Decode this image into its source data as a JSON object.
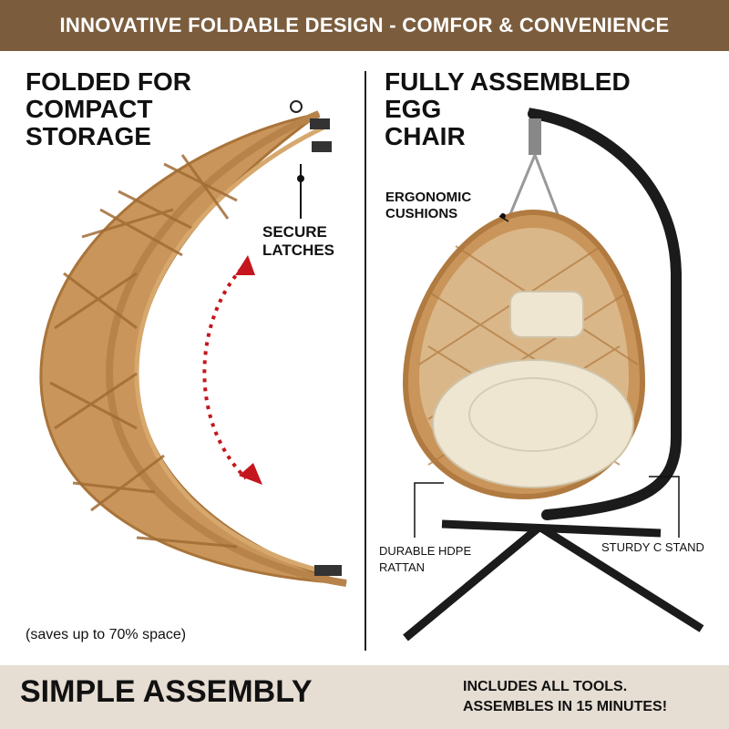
{
  "banner": {
    "title": "INNOVATIVE FOLDABLE DESIGN - COMFOR & CONVENIENCE"
  },
  "left": {
    "heading": "FOLDED FOR\nCOMPACT\nSTORAGE",
    "latch_label": "SECURE\nLATCHES",
    "note": "(saves up to 70% space)"
  },
  "right": {
    "heading": "FULLY ASSEMBLED\nEGG\nCHAIR",
    "cushion_label": "ERGONOMIC\nCUSHIONS",
    "rattan_label": "DURABLE HDPE\nRATTAN",
    "stand_label": "STURDY C STAND"
  },
  "footer": {
    "title": "SIMPLE ASSEMBLY",
    "tools_text": "INCLUDES ALL TOOLS.\nASSEMBLES IN 15 MINUTES!",
    "icon": "tools-icon"
  },
  "colors": {
    "banner": "#7b5d3e",
    "rattan": "#c9955a",
    "arrow": "#c4161c",
    "cushion": "#efe6d2",
    "frame": "#1b1b1b",
    "footer": "#e6ddd3"
  }
}
